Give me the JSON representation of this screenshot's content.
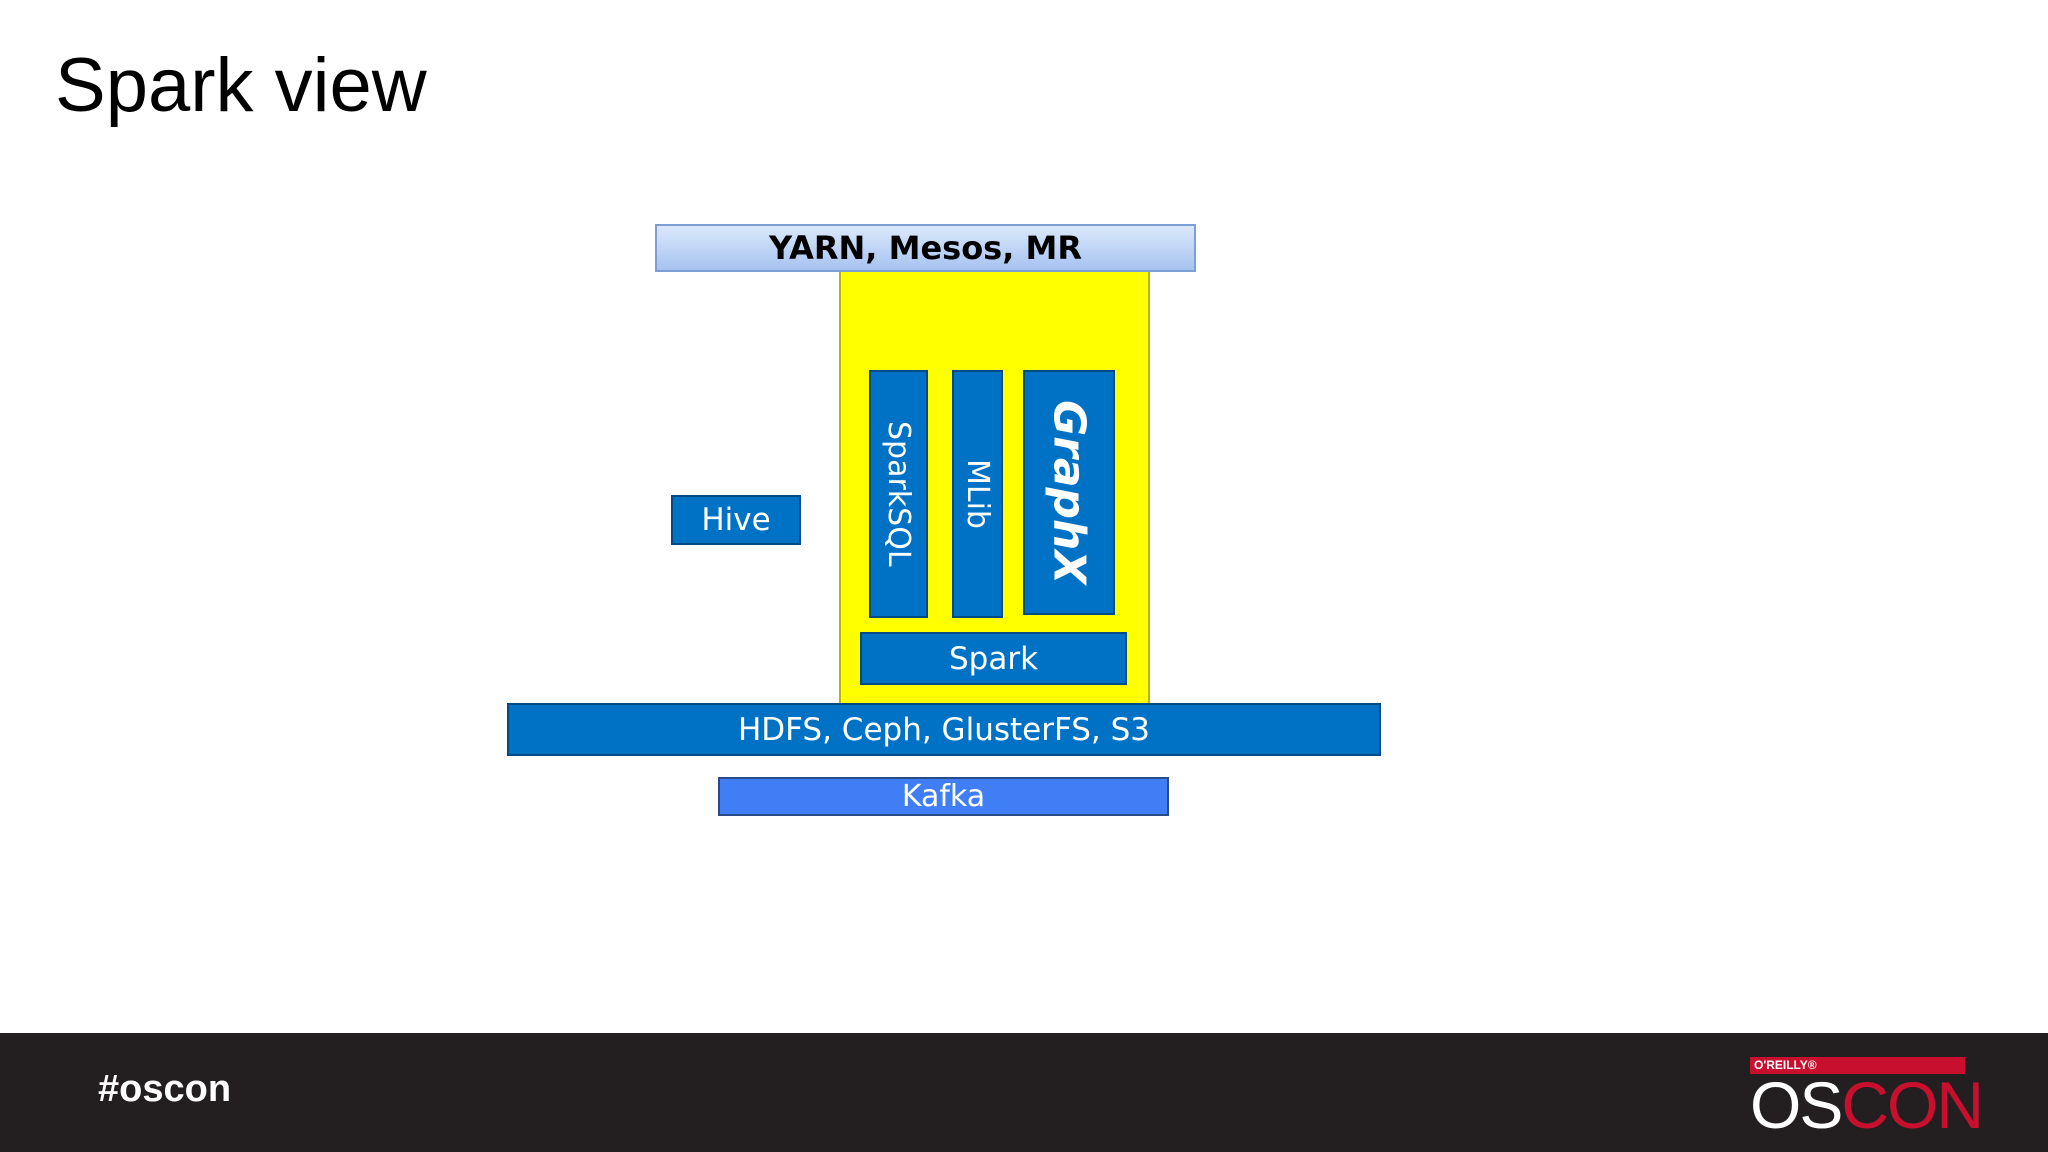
{
  "slide": {
    "title": "Spark view"
  },
  "diagram": {
    "top_layer": "YARN, Mesos, MR",
    "hive": "Hive",
    "libraries": [
      "SparkSQL",
      "MLib",
      "GraphX"
    ],
    "core": "Spark",
    "storage": "HDFS, Ceph, GlusterFS, S3",
    "messaging": "Kafka",
    "colors": {
      "container": "#ffff00",
      "component": "#0072c6",
      "kafka": "#3f7ef4",
      "top_layer": "#a6c3f0"
    }
  },
  "footer": {
    "hashtag": "#oscon",
    "logo_publisher": "O'REILLY®",
    "logo_word_part1": "OS",
    "logo_word_part2": "CON",
    "colors": {
      "background": "#231f20",
      "accent": "#c8102e"
    }
  }
}
